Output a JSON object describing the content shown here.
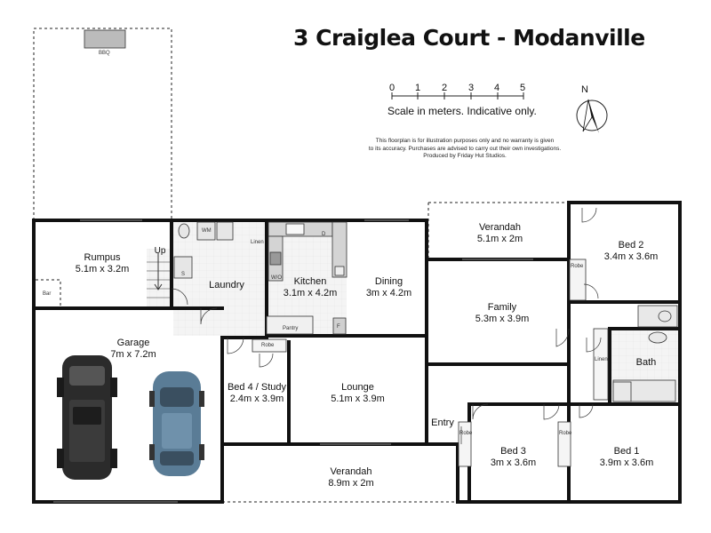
{
  "title": "3 Craiglea Court - Modanville",
  "scale": {
    "ticks": [
      "0",
      "1",
      "2",
      "3",
      "4",
      "5"
    ],
    "caption": "Scale in meters. Indicative only."
  },
  "north": "N",
  "disclaimer": [
    "This floorplan is for illustration purposes only and no warranty is given",
    "to its accuracy. Purchases are advised to carry out their own investigations.",
    "Produced by Friday Hut Studios."
  ],
  "rooms": {
    "rumpus": {
      "name": "Rumpus",
      "size": "5.1m x 3.2m"
    },
    "laundry": {
      "name": "Laundry"
    },
    "kitchen": {
      "name": "Kitchen",
      "size": "3.1m x 4.2m"
    },
    "dining": {
      "name": "Dining",
      "size": "3m x 4.2m"
    },
    "verandah_top": {
      "name": "Verandah",
      "size": "5.1m x 2m"
    },
    "family": {
      "name": "Family",
      "size": "5.3m x 3.9m"
    },
    "bed2": {
      "name": "Bed 2",
      "size": "3.4m x 3.6m"
    },
    "bath": {
      "name": "Bath"
    },
    "garage": {
      "name": "Garage",
      "size": "7m x 7.2m"
    },
    "bed4": {
      "name": "Bed 4 / Study",
      "size": "2.4m x 3.9m"
    },
    "lounge": {
      "name": "Lounge",
      "size": "5.1m x 3.9m"
    },
    "entry": {
      "name": "Entry"
    },
    "bed3": {
      "name": "Bed 3",
      "size": "3m x 3.6m"
    },
    "bed1": {
      "name": "Bed 1",
      "size": "3.9m x 3.6m"
    },
    "verandah_bottom": {
      "name": "Verandah",
      "size": "8.9m x 2m"
    }
  },
  "labels": {
    "bbq": "BBQ",
    "up": "Up",
    "bar": "Bar",
    "wm": "WM",
    "linen1": "Linen",
    "wo": "W/O",
    "pantry": "Pantry",
    "fridge": "F",
    "d": "D",
    "robe_bed4": "Robe",
    "robe_bed2": "Robe",
    "linen2": "Linen",
    "robe_bed3": "Robe",
    "robe_bed1": "Robe",
    "s": "S"
  },
  "colors": {
    "wall": "#111111",
    "floor_tile": "#f1f1f1",
    "car_dark": "#2b2b2b",
    "car_blue": "#5a7c96",
    "fixture": "#cfcfcf"
  }
}
